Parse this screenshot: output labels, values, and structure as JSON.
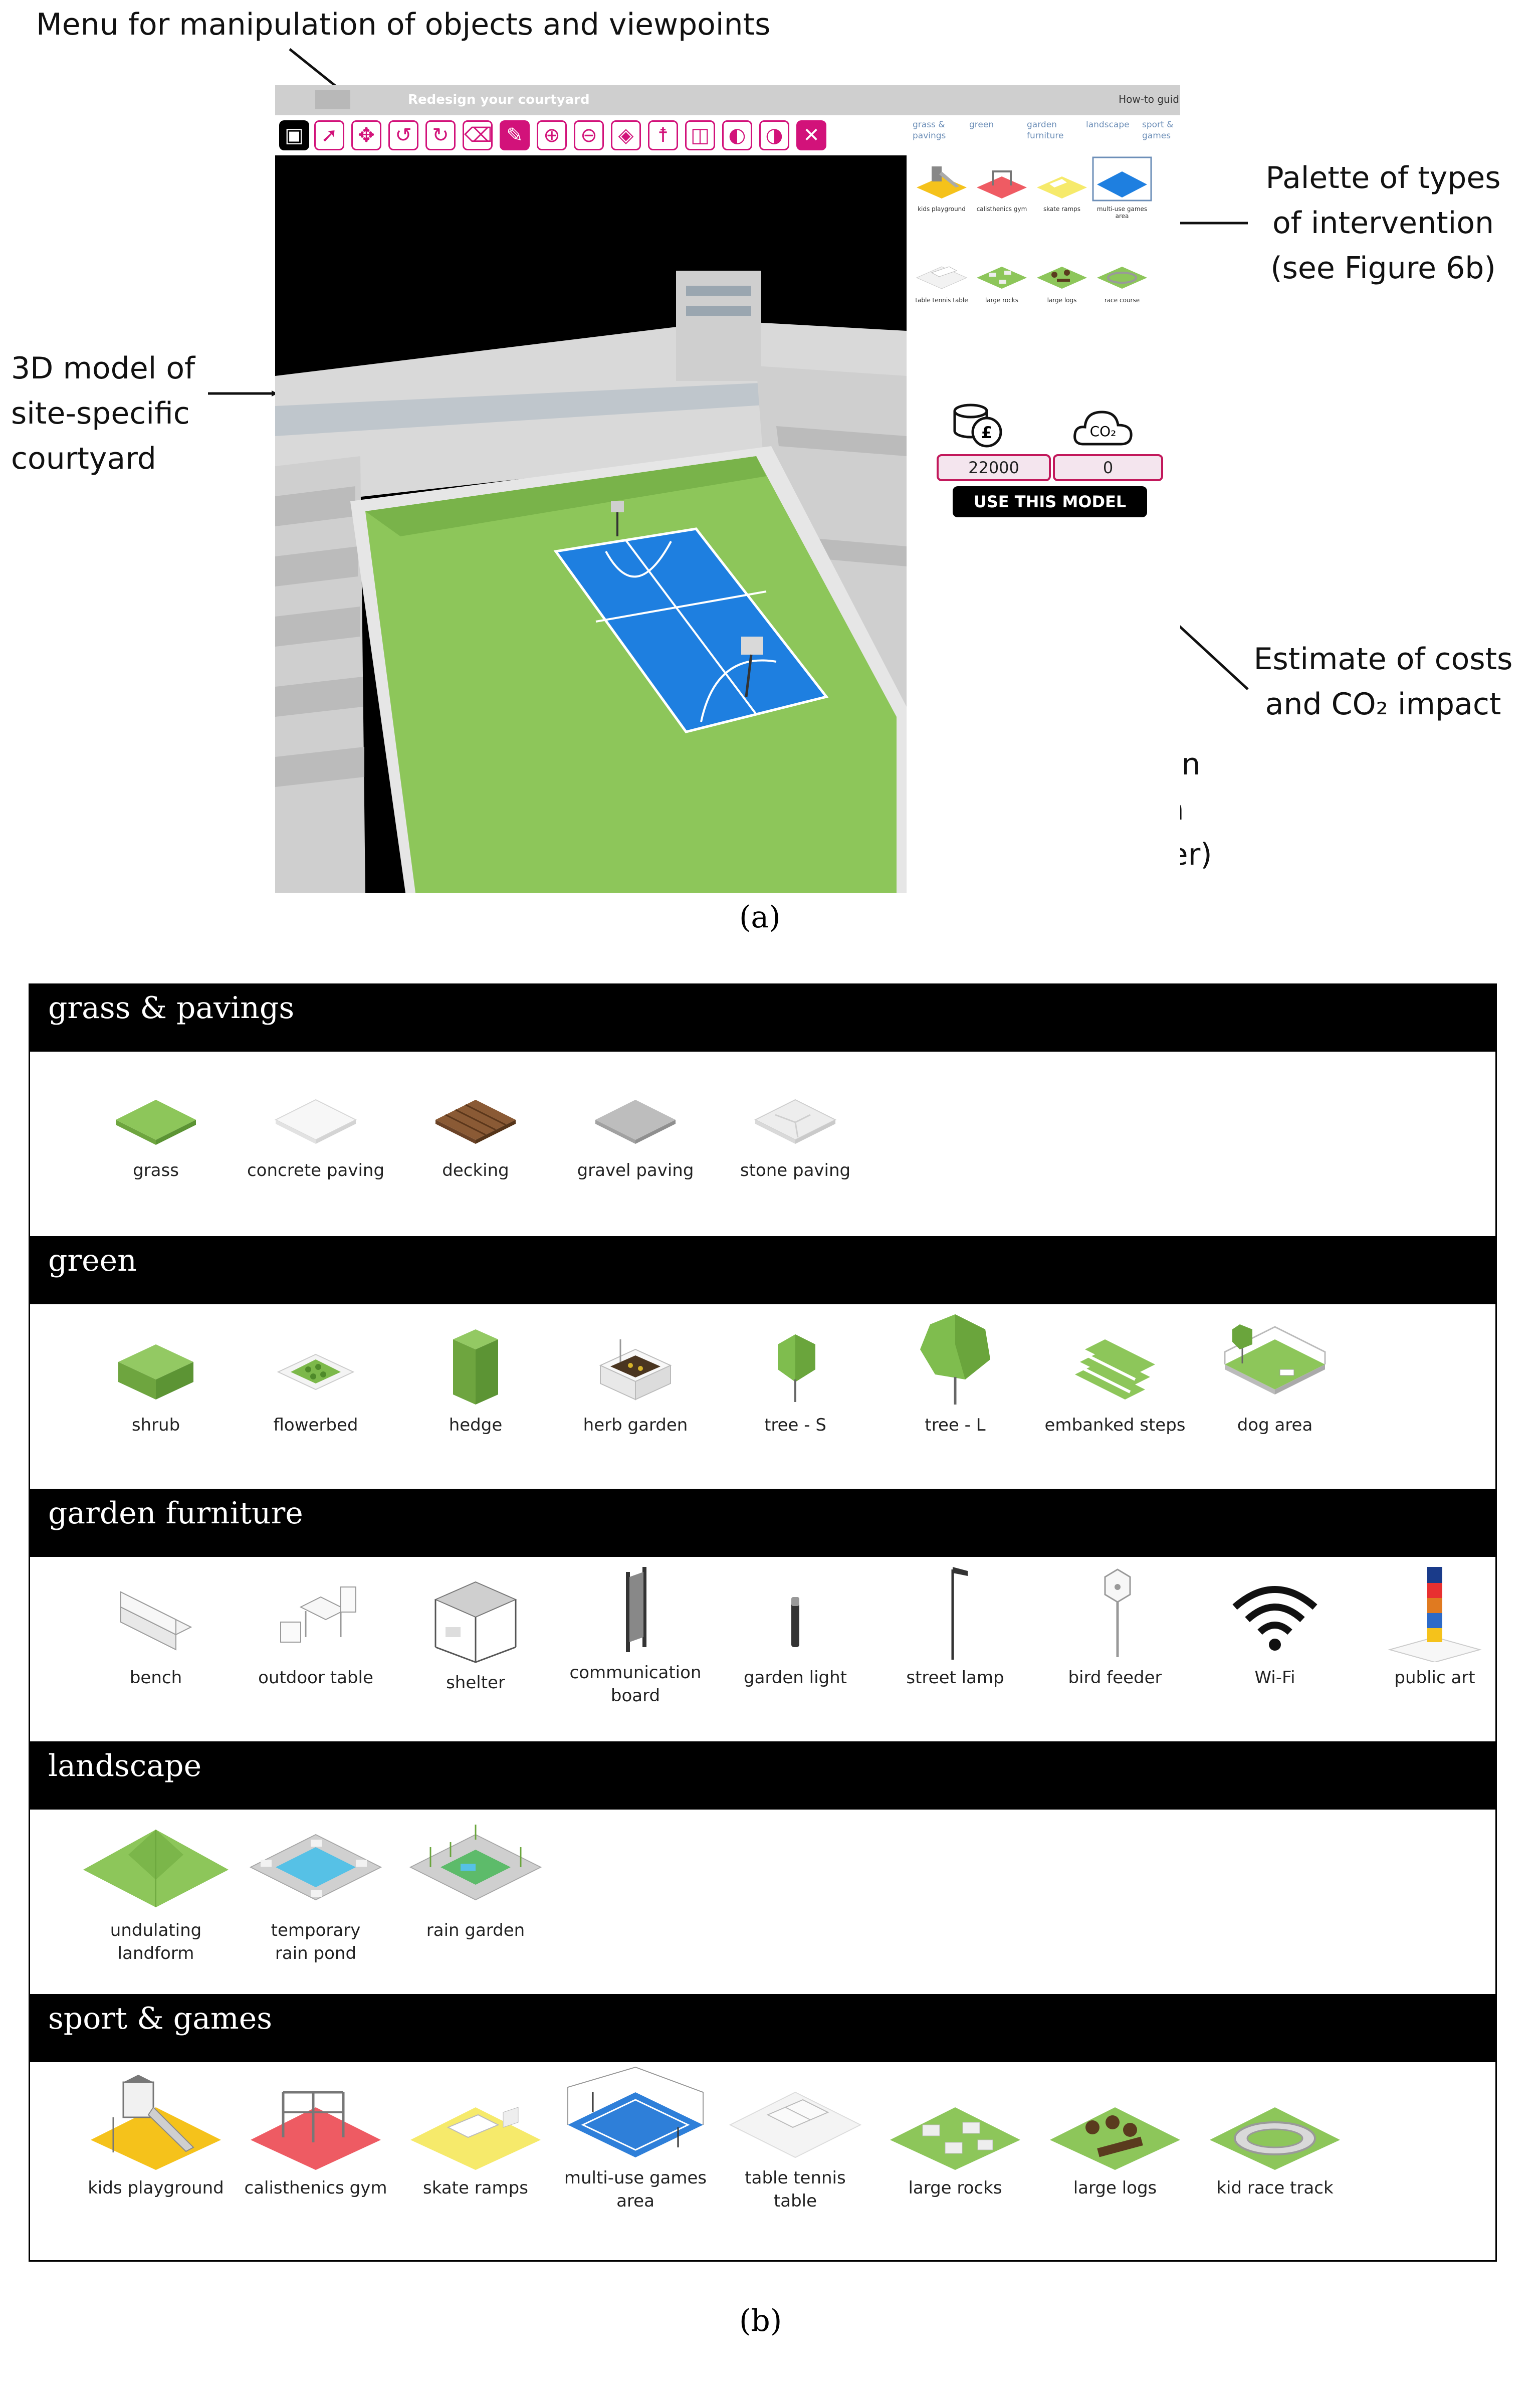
{
  "annotations": {
    "menu": "Menu for manipulation of objects and viewpoints",
    "palette": [
      "Palette of types",
      "of  intervention",
      "(see Figure 6b)"
    ],
    "model": [
      "3D model of",
      "site-specific",
      "courtyard"
    ],
    "estimate": [
      "Estimate of  costs",
      "and CO₂ impact"
    ],
    "example": [
      "Example of an",
      "intervention",
      "(added by user)"
    ]
  },
  "app": {
    "title": "Redesign your courtyard",
    "help": "How-to guid",
    "palette_tabs": [
      "grass & pavings",
      "green",
      "garden furniture",
      "landscape",
      "sport & games"
    ],
    "palette_items": [
      "kids playground",
      "calisthenics gym",
      "skate ramps",
      "multi-use games area",
      "table tennis table",
      "large rocks",
      "large logs",
      "race course"
    ],
    "cost_value": "22000",
    "co2_value": "0",
    "use_button": "USE THIS MODEL",
    "cost_icon": "coins-pound-icon",
    "co2_icon": "co2-cloud-icon"
  },
  "fig_labels": {
    "a": "(a)",
    "b": "(b)"
  },
  "colors": {
    "accent": "#d2127a",
    "grass": "#8dc65a",
    "court": "#1e7fe0"
  },
  "categories": [
    {
      "title": "grass & pavings",
      "items": [
        [
          "grass"
        ],
        [
          "concrete paving"
        ],
        [
          "decking"
        ],
        [
          "gravel paving"
        ],
        [
          "stone paving"
        ]
      ]
    },
    {
      "title": "green",
      "items": [
        [
          "shrub"
        ],
        [
          "flowerbed"
        ],
        [
          "hedge"
        ],
        [
          "herb garden"
        ],
        [
          "tree - S"
        ],
        [
          "tree - L"
        ],
        [
          "embanked steps"
        ],
        [
          "dog area"
        ]
      ]
    },
    {
      "title": "garden furniture",
      "items": [
        [
          "bench"
        ],
        [
          "outdoor table"
        ],
        [
          "shelter"
        ],
        [
          "communication",
          "board"
        ],
        [
          "garden light"
        ],
        [
          "street lamp"
        ],
        [
          "bird feeder"
        ],
        [
          "Wi-Fi"
        ],
        [
          "public art"
        ]
      ]
    },
    {
      "title": "landscape",
      "items": [
        [
          "undulating",
          "landform"
        ],
        [
          "temporary",
          "rain pond"
        ],
        [
          "rain garden"
        ]
      ]
    },
    {
      "title": "sport & games",
      "items": [
        [
          "kids playground"
        ],
        [
          "calisthenics gym"
        ],
        [
          "skate ramps"
        ],
        [
          "multi-use games",
          "area"
        ],
        [
          "table tennis",
          "table"
        ],
        [
          "large rocks"
        ],
        [
          "large logs"
        ],
        [
          "kid race track"
        ]
      ]
    }
  ]
}
